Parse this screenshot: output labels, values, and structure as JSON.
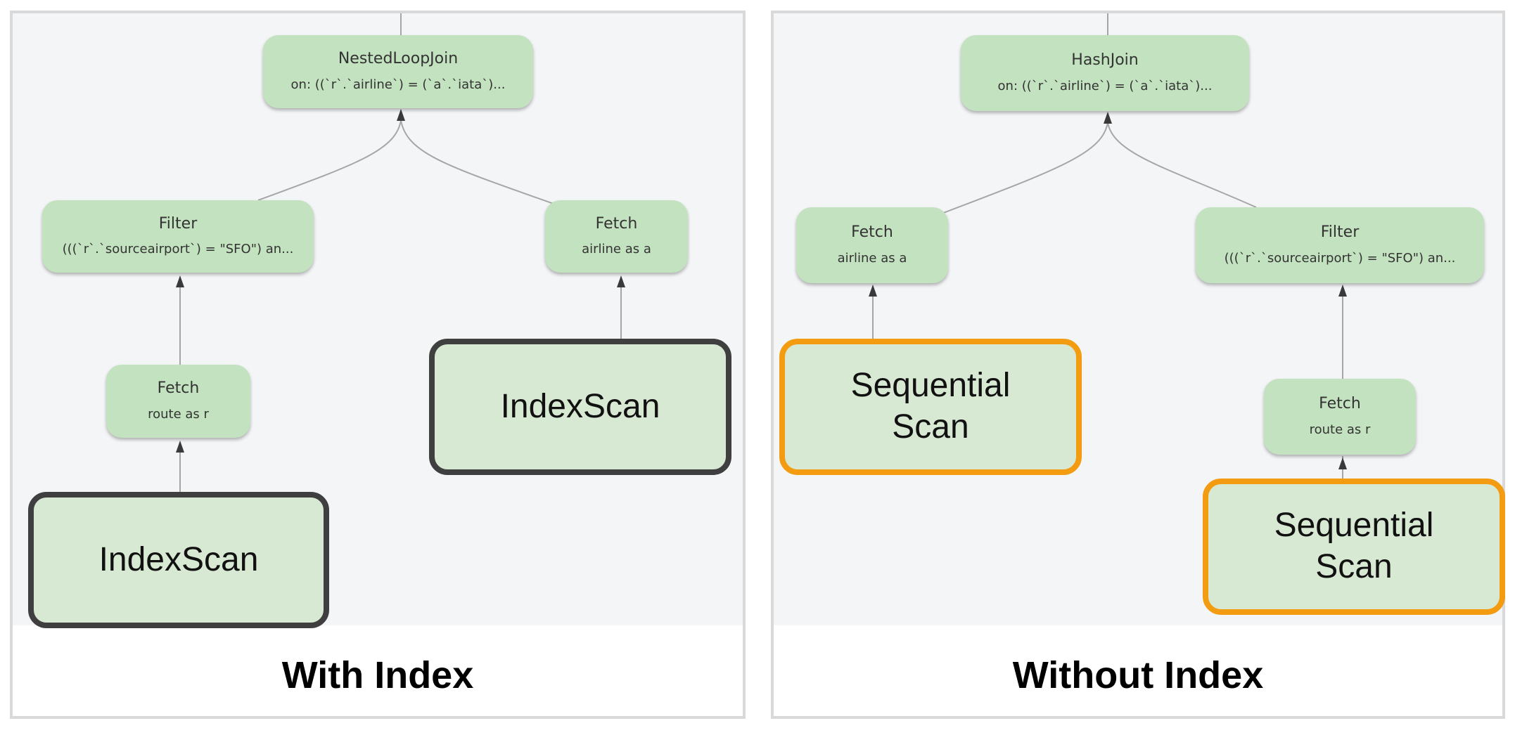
{
  "panels": {
    "with_index": {
      "caption": "With Index",
      "join": {
        "op": "NestedLoopJoin",
        "detail": "on: ((`r`.`airline`) = (`a`.`iata`)..."
      },
      "filter": {
        "op": "Filter",
        "detail": "(((`r`.`sourceairport`) = \"SFO\") an..."
      },
      "fetch_airline": {
        "op": "Fetch",
        "detail": "airline as a"
      },
      "fetch_route": {
        "op": "Fetch",
        "detail": "route as r"
      },
      "scan_left": {
        "label": "IndexScan"
      },
      "scan_right": {
        "label": "IndexScan"
      }
    },
    "without_index": {
      "caption": "Without Index",
      "join": {
        "op": "HashJoin",
        "detail": "on: ((`r`.`airline`) = (`a`.`iata`)..."
      },
      "fetch_airline": {
        "op": "Fetch",
        "detail": "airline as a"
      },
      "filter": {
        "op": "Filter",
        "detail": "(((`r`.`sourceairport`) = \"SFO\") an..."
      },
      "fetch_route": {
        "op": "Fetch",
        "detail": "route as r"
      },
      "scan_left": {
        "line1": "Sequential",
        "line2": "Scan"
      },
      "scan_right": {
        "line1": "Sequential",
        "line2": "Scan"
      }
    }
  },
  "colors": {
    "node_fill": "#c3e2bf",
    "scan_fill": "#d8e9d3",
    "index_border": "#3f3f3f",
    "sequential_border": "#f39c12",
    "edge": "#a6a6a6",
    "panel_border": "#d9d9d9"
  }
}
